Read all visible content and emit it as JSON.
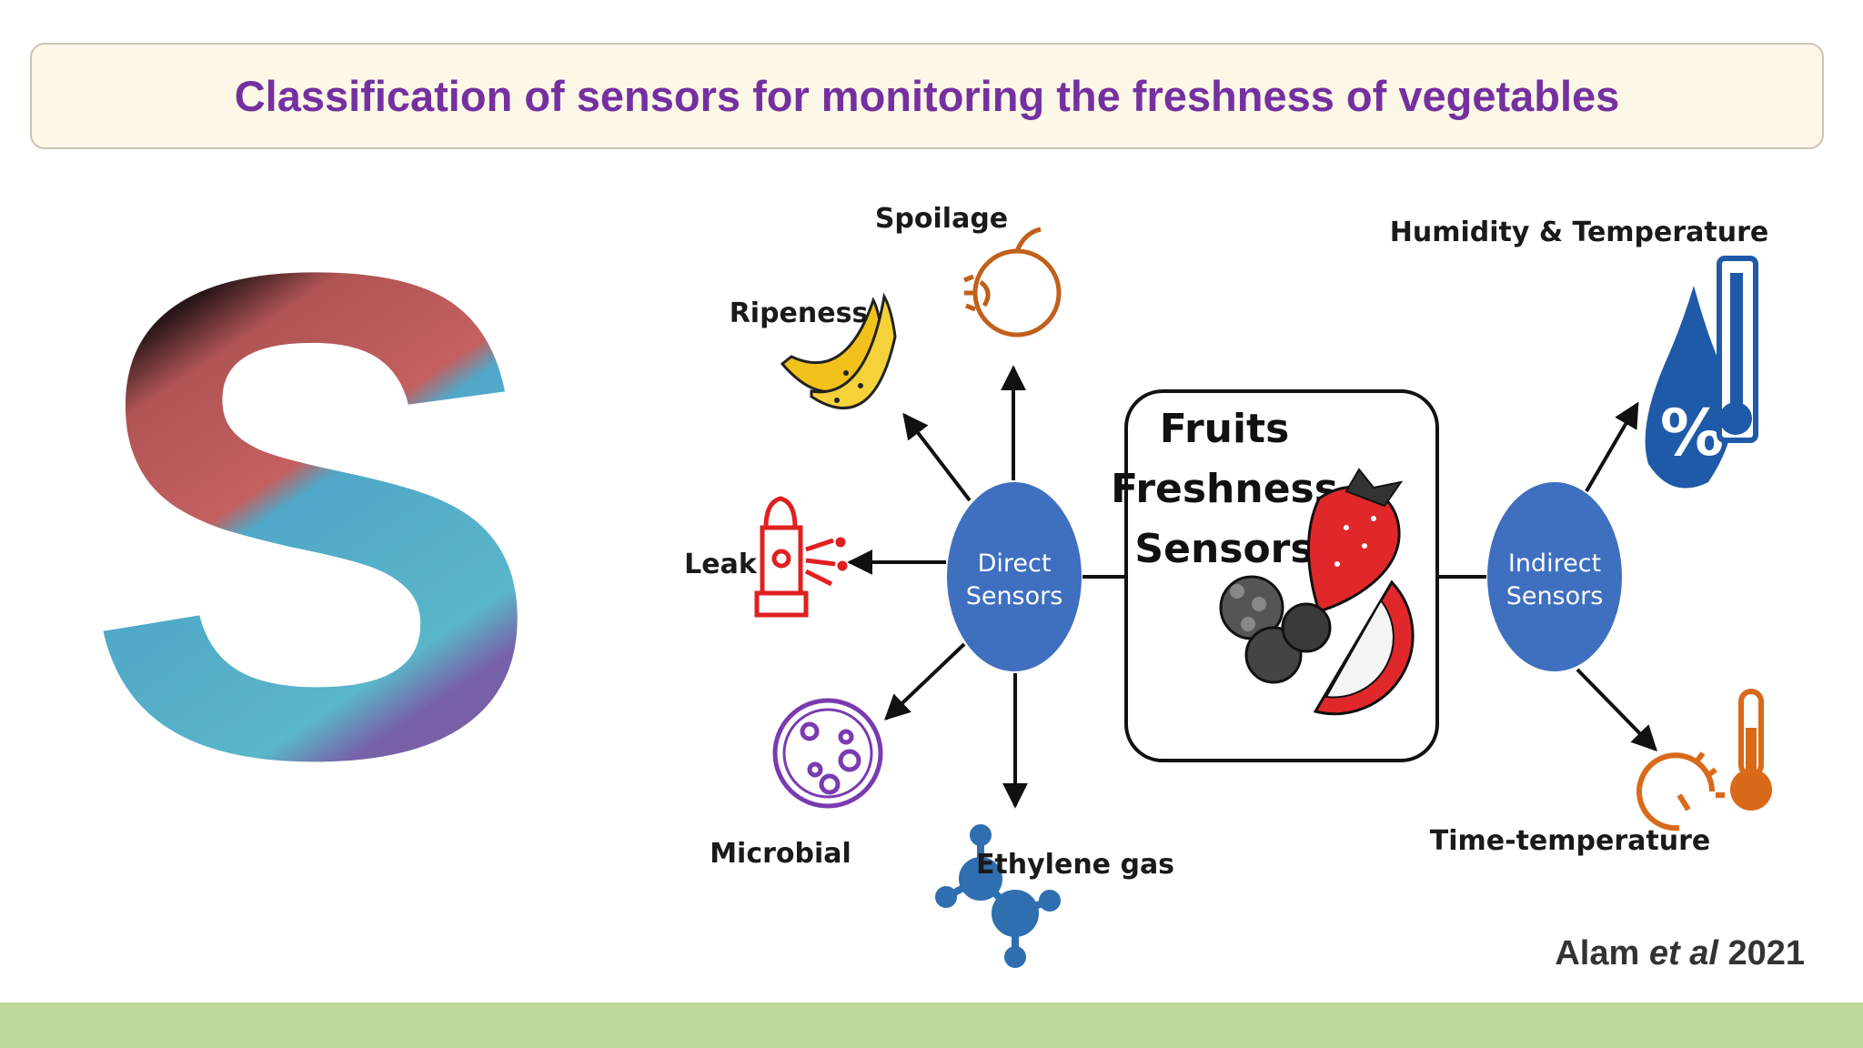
{
  "title": "Classification of sensors for monitoring the freshness of vegetables",
  "logo_letter": "S",
  "center": {
    "line1": "Fruits",
    "line2": "Freshness",
    "line3": "Sensors"
  },
  "direct_node": {
    "line1": "Direct",
    "line2": "Sensors"
  },
  "indirect_node": {
    "line1": "Indirect",
    "line2": "Sensors"
  },
  "direct_items": {
    "spoilage": "Spoilage",
    "ripeness": "Ripeness",
    "leak": "Leak",
    "microbial": "Microbial",
    "ethylene": "Ethylene gas"
  },
  "indirect_items": {
    "humidity": "Humidity & Temperature",
    "time_temp": "Time-temperature"
  },
  "citation": {
    "author": "Alam",
    "etal": "et al",
    "year": "2021"
  },
  "colors": {
    "title": "#7530a0",
    "node_fill": "#3f6fbf",
    "spoilage_icon": "#c0601a",
    "ripeness_icon": "#f2c21a",
    "leak_icon": "#e02020",
    "microbial_icon": "#7a3ab0",
    "ethylene_icon": "#2f6fb0",
    "humidity_icon": "#1f5aa8",
    "time_temp_icon": "#d86a1a",
    "footer": "#bcd99a"
  }
}
